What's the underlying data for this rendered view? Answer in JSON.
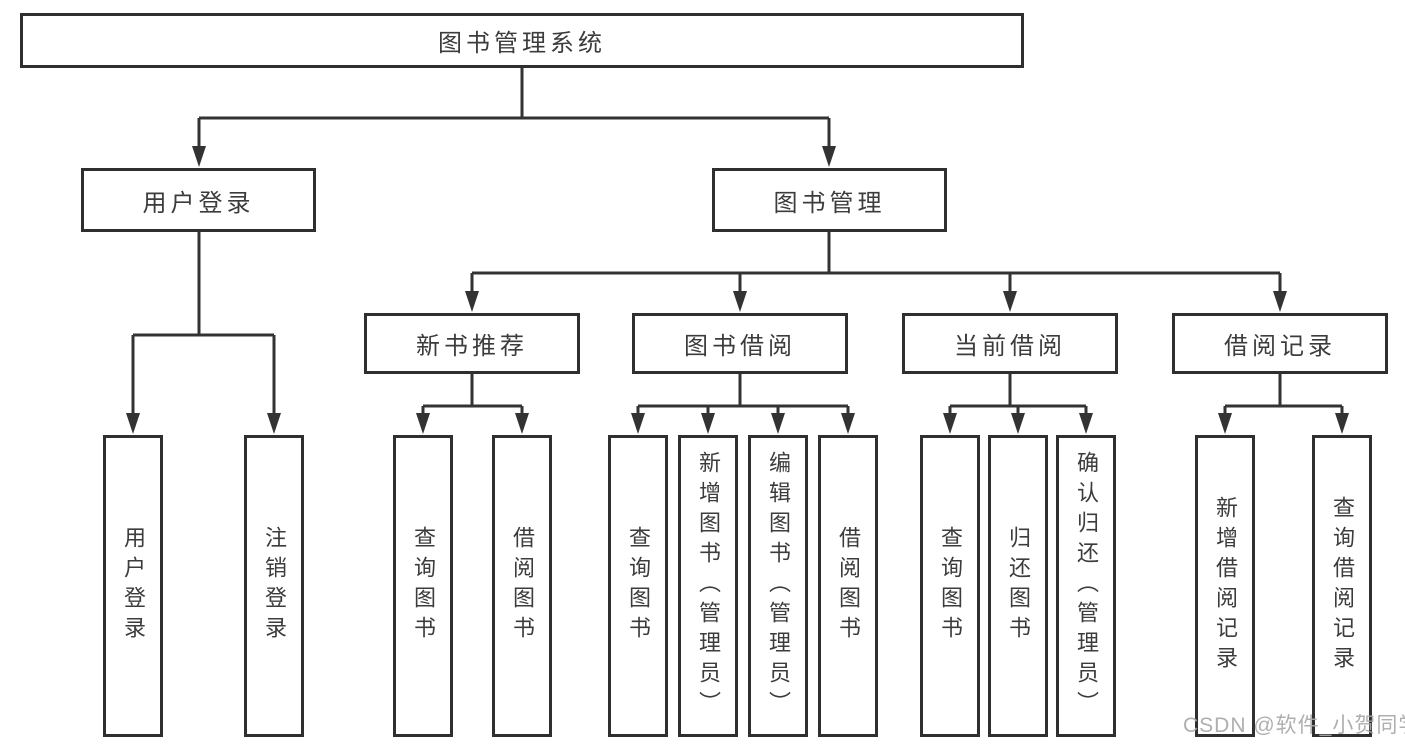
{
  "diagram": {
    "title": "图书管理系统",
    "level2": [
      {
        "label": "用户登录"
      },
      {
        "label": "图书管理"
      }
    ],
    "level3": [
      {
        "label": "新书推荐"
      },
      {
        "label": "图书借阅"
      },
      {
        "label": "当前借阅"
      },
      {
        "label": "借阅记录"
      }
    ],
    "leaves_user": [
      {
        "label": "用户登录"
      },
      {
        "label": "注销登录"
      }
    ],
    "leaves_newbook": [
      {
        "label": "查询图书"
      },
      {
        "label": "借阅图书"
      }
    ],
    "leaves_borrow": [
      {
        "label": "查询图书"
      },
      {
        "label": "新增图书（管理员）"
      },
      {
        "label": "编辑图书（管理员）"
      },
      {
        "label": "借阅图书"
      }
    ],
    "leaves_current": [
      {
        "label": "查询图书"
      },
      {
        "label": "归还图书"
      },
      {
        "label": "确认归还（管理员）"
      }
    ],
    "leaves_record": [
      {
        "label": "新增借阅记录"
      },
      {
        "label": "查询借阅记录"
      }
    ]
  },
  "watermark": "CSDN @软件_小贺同学",
  "colors": {
    "line": "#333333",
    "border": "#2f2f2f",
    "text": "#3c3c3c",
    "watermark_text": "#a9a9a9",
    "background": "#ffffff"
  }
}
